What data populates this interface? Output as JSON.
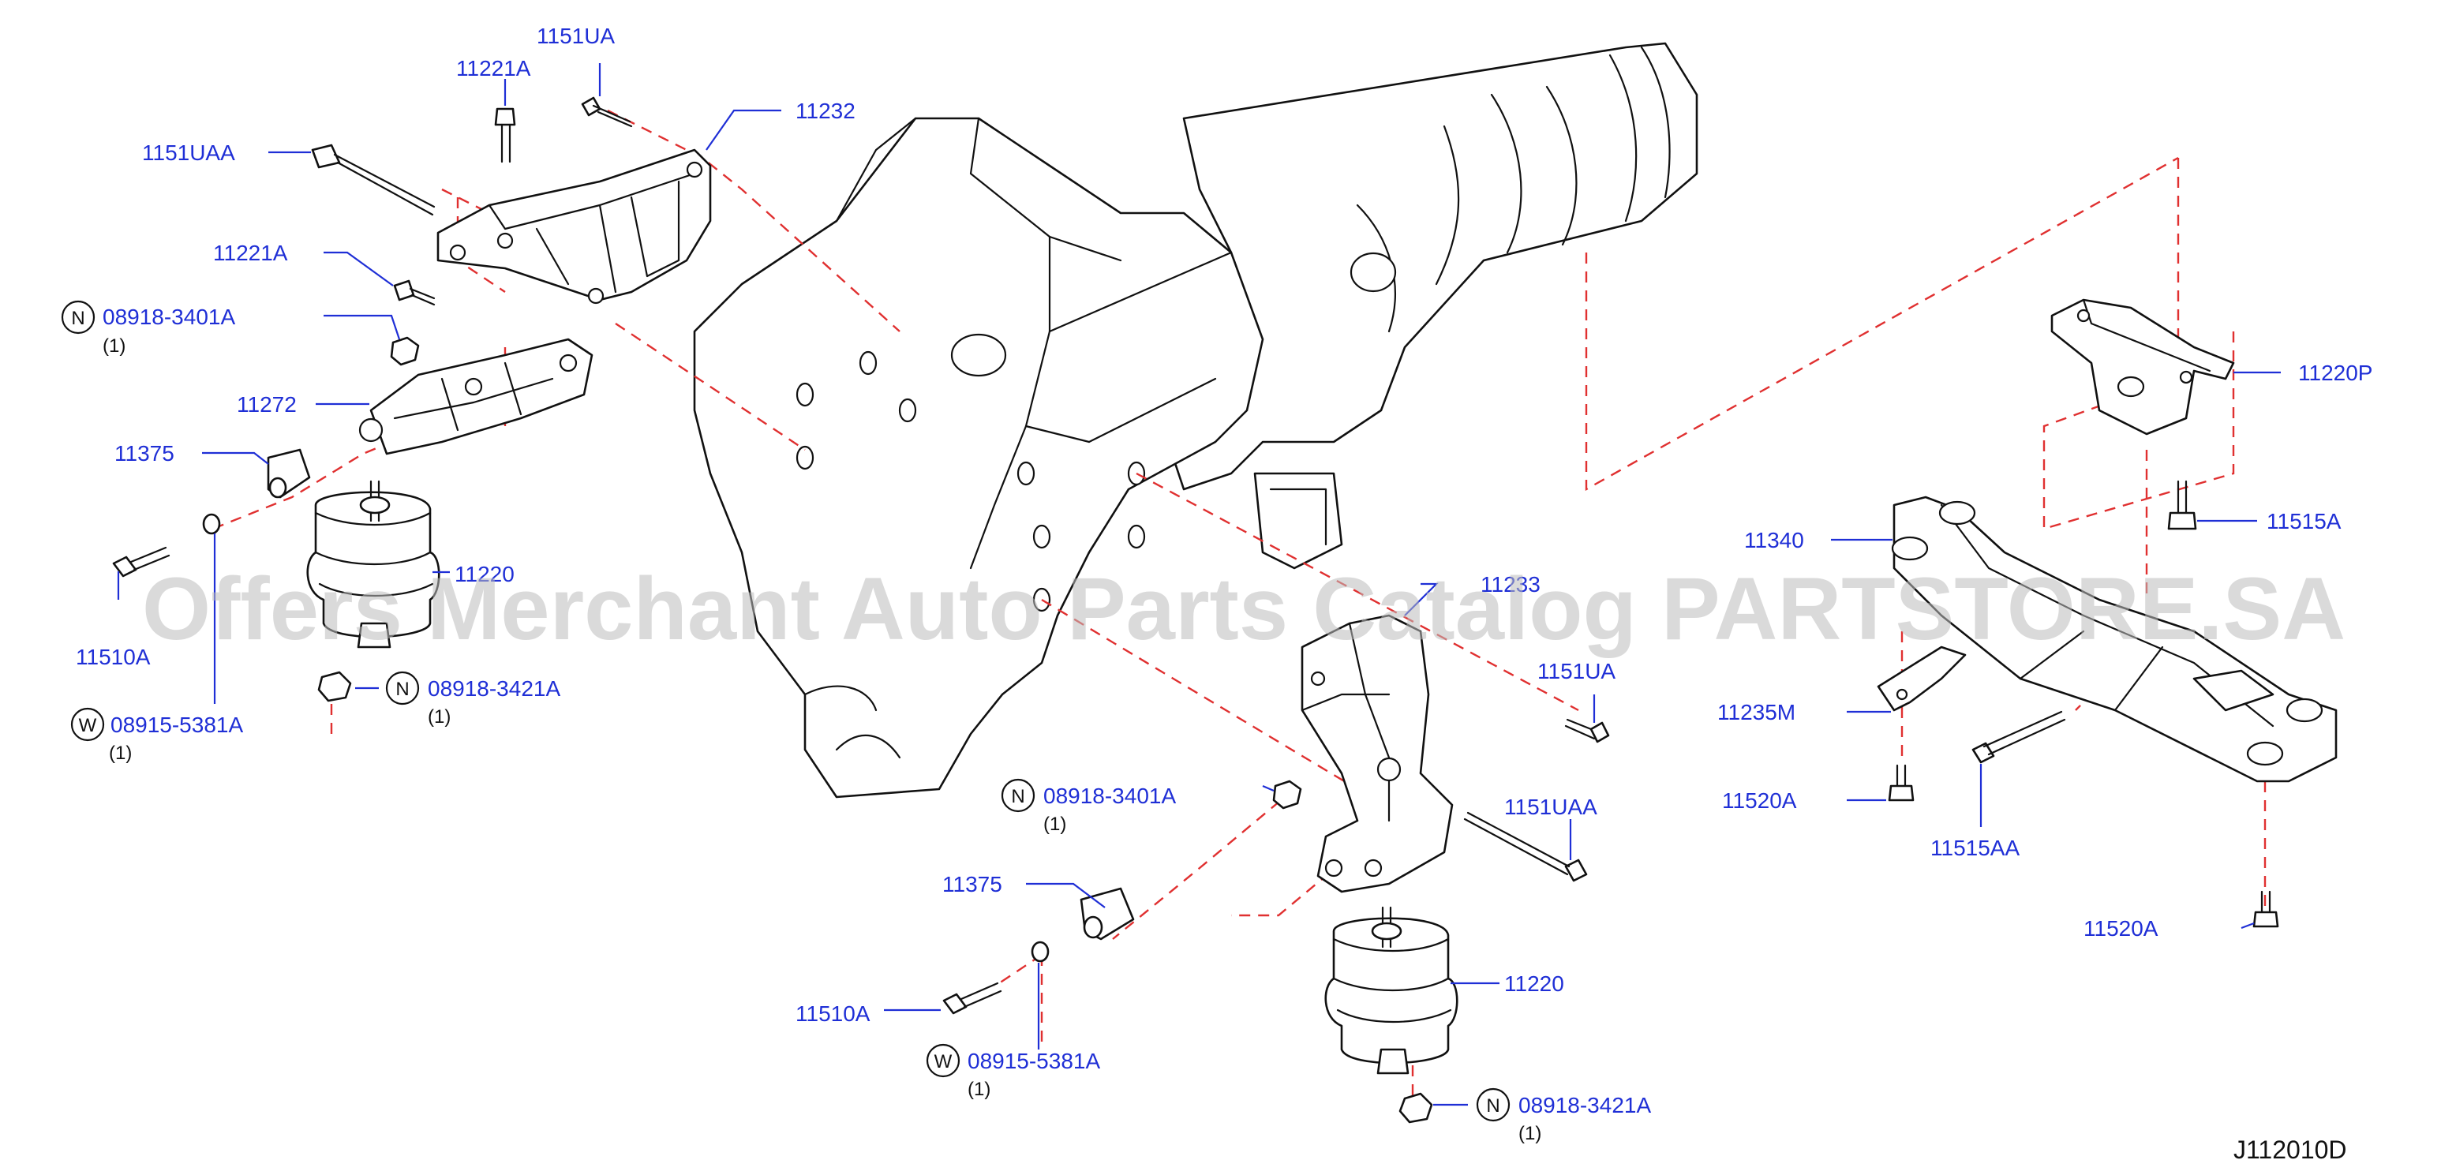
{
  "diagram": {
    "code": "J112010D",
    "watermark": "Offers Merchant Auto Parts Catalog PARTSTORE.SA",
    "labels": {
      "p1151UA_top": "1151UA",
      "p11221A_top": "11221A",
      "p1151UAA_top": "1151UAA",
      "p11232": "11232",
      "p11221A_mid": "11221A",
      "p08918_3401A_left": "08918-3401A",
      "p11272": "11272",
      "p11375_left": "11375",
      "p11220_left": "11220",
      "p11510A_left": "11510A",
      "p08918_3421A_left": "08918-3421A",
      "p08915_5381A_left": "08915-5381A",
      "p11233": "11233",
      "p1151UA_right": "1151UA",
      "p08918_3401A_center": "08918-3401A",
      "p1151UAA_right": "1151UAA",
      "p11375_center": "11375",
      "p11510A_center": "11510A",
      "p08915_5381A_center": "08915-5381A",
      "p11220_center": "11220",
      "p08918_3421A_center": "08918-3421A",
      "p11220P": "11220P",
      "p11515A": "11515A",
      "p11340": "11340",
      "p11235M": "11235M",
      "p11520A_mid": "11520A",
      "p11515AA": "11515AA",
      "p11520A_bottom": "11520A"
    },
    "quantities": {
      "q08918_3401A_left": "(1)",
      "q08918_3421A_left": "(1)",
      "q08915_5381A_left": "(1)",
      "q08918_3401A_center": "(1)",
      "q08915_5381A_center": "(1)",
      "q08918_3421A_center": "(1)"
    },
    "prefix_marks": {
      "n": "N",
      "w": "W"
    },
    "colors": {
      "label": "#1f2fd6",
      "line": "#111111",
      "dashed": "#e03030",
      "watermark": "#bcbcbc"
    }
  }
}
